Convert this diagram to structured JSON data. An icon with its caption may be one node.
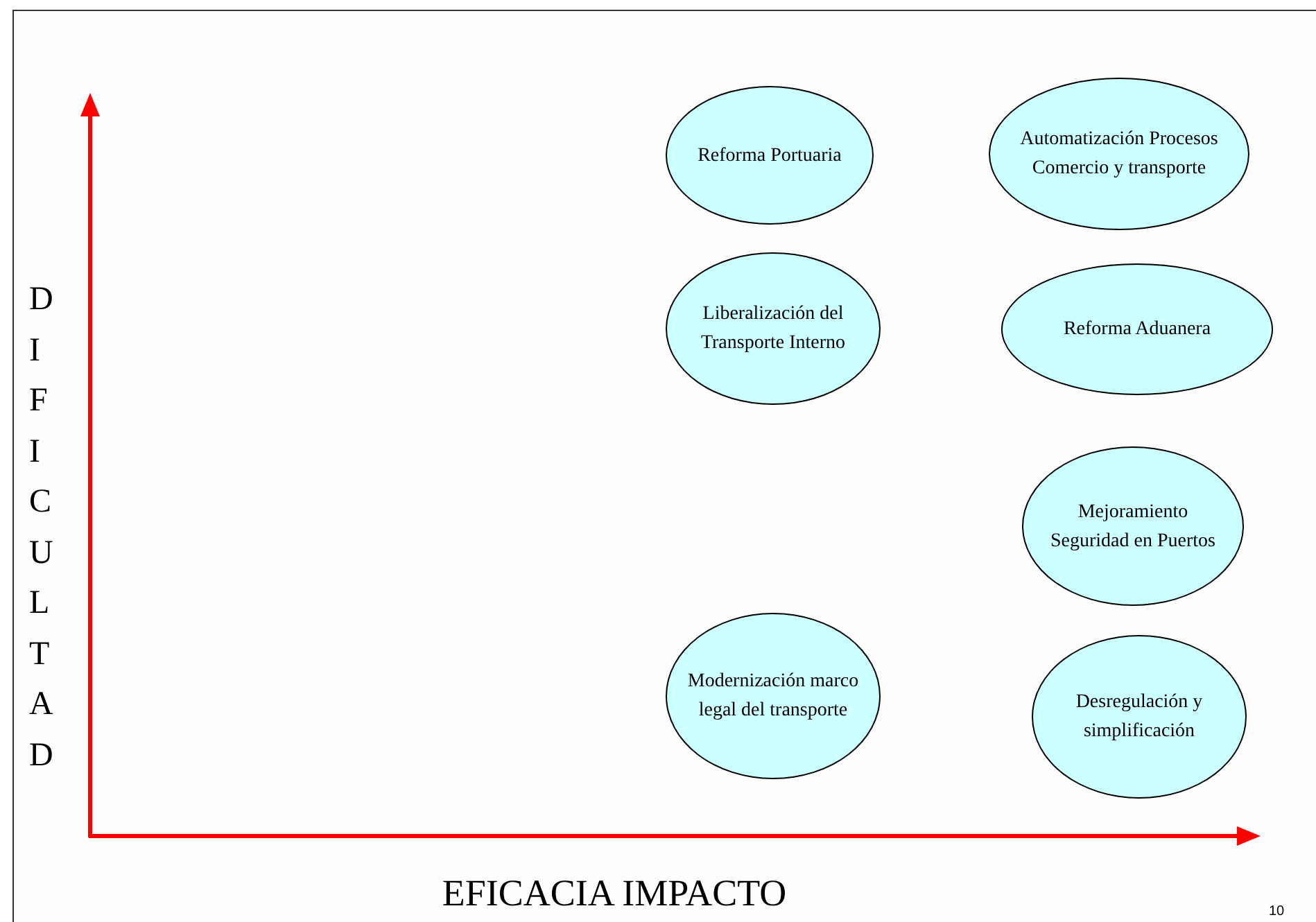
{
  "diagram": {
    "nodes": [
      {
        "text": [
          "Reforma Portuaria"
        ]
      },
      {
        "text": [
          "Automatización Procesos Comercio y transporte"
        ]
      },
      {
        "text": [
          "Liberalización del Transporte Interno"
        ]
      },
      {
        "text": [
          "Reforma Aduanera"
        ]
      },
      {
        "text": [
          "Mejoramiento Seguridad en Puertos"
        ]
      },
      {
        "text": [
          "Modernización marco legal del transporte"
        ]
      },
      {
        "text": [
          "Desregulación y simplificación"
        ]
      }
    ],
    "labels": [
      "DIFICULTAD",
      "EFICACIA IMPACTO",
      "10"
    ]
  }
}
